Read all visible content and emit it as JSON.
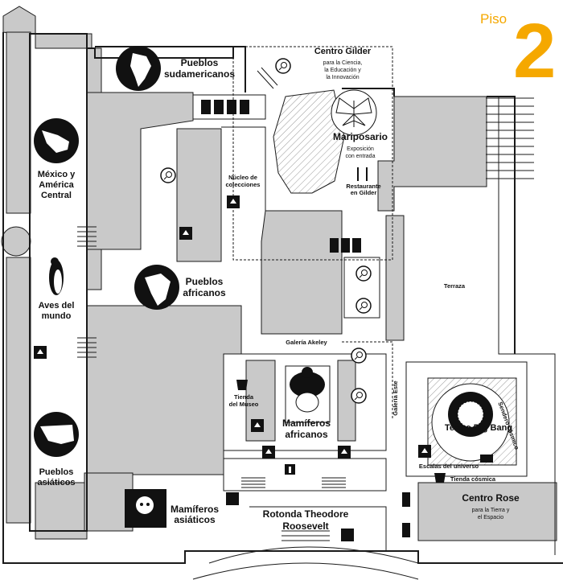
{
  "floor": {
    "word": "Piso",
    "number": "2"
  },
  "halls": {
    "pueblos_sudamericanos": [
      "Pueblos",
      "sudamericanos"
    ],
    "mexico": [
      "México y",
      "América",
      "Central"
    ],
    "aves": [
      "Aves del",
      "mundo"
    ],
    "pueblos_africanos": [
      "Pueblos",
      "africanos"
    ],
    "pueblos_asiaticos": [
      "Pueblos",
      "asiáticos"
    ],
    "mamiferos_asiaticos": [
      "Mamíferos",
      "asiáticos"
    ],
    "mamiferos_africanos": [
      "Mamíferos",
      "africanos"
    ],
    "rotonda": [
      "Rotonda Theodore",
      "Roosevelt"
    ]
  },
  "places": {
    "centro_gilder_title": "Centro Gilder",
    "centro_gilder_sub": [
      "para la Ciencia,",
      "la Educación y",
      "la Innovación"
    ],
    "mariposario_title": "Mariposario",
    "mariposario_sub": [
      "Exposición",
      "con entrada"
    ],
    "nucleo": [
      "Núcleo de",
      "colecciones"
    ],
    "restaurante": [
      "Restaurante",
      "en Gilder"
    ],
    "terraza": "Terraza",
    "galeria_akeley": "Galería Akeley",
    "galeria_este": "Galería Este",
    "tienda_museo": [
      "Tienda",
      "del Museo"
    ],
    "teatro": "Teatro Big Bang",
    "sendero": "Sendero cósmico",
    "escalas": "Escalas del universo",
    "tienda_cosmica": "Tienda cósmica",
    "centro_rose_title": "Centro Rose",
    "centro_rose_sub": [
      "para la Tierra y",
      "el Espacio"
    ]
  },
  "icons": [
    "south-america-icon",
    "mexico-map-icon",
    "penguin-icon",
    "africa-map-icon",
    "asia-map-icon",
    "panda-icon",
    "gorilla-icon",
    "butterfly-icon",
    "magnifier-icon",
    "restroom-icon",
    "accessible-icon",
    "elevator-icon",
    "restaurant-icon",
    "shop-bag-icon",
    "info-icon",
    "atm-icon",
    "cc-icon"
  ],
  "colors": {
    "floor_accent": "#f5a800",
    "hall_fill": "#c9c9c9",
    "wall": "#1a1a1a",
    "icon_fill": "#111111"
  }
}
